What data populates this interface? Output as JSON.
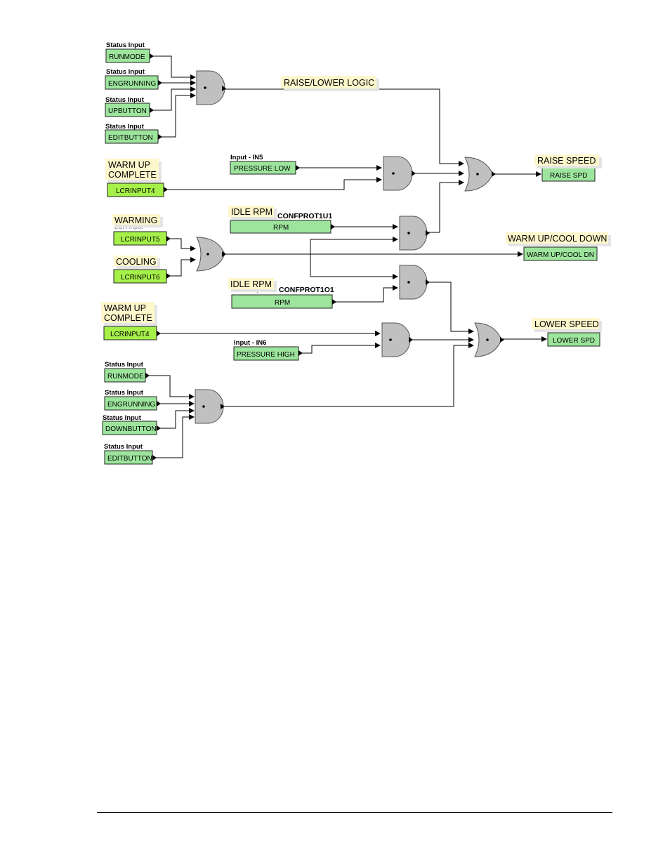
{
  "labels": {
    "status_input": "Status Input",
    "input_in5": "Input - IN5",
    "input_in6": "Input - IN6",
    "confprot_u": "CONFPROT1U1",
    "confprot_o": "CONFPROT1O1",
    "hidden_lcr": "LCR Input",
    "hidden_status": "Status Input"
  },
  "inputs": {
    "runmode1": "RUNMODE",
    "engrunning1": "ENGRUNNING",
    "upbutton": "UPBUTTON",
    "editbutton1": "EDITBUTTON",
    "pressure_low": "PRESSURE LOW",
    "lcrinput4_a": "LCRINPUT4",
    "rpm_u": "RPM",
    "lcrinput5": "LCRINPUT5",
    "lcrinput6": "LCRINPUT6",
    "rpm_o": "RPM",
    "lcrinput4_b": "LCRINPUT4",
    "pressure_high": "PRESSURE HIGH",
    "runmode2": "RUNMODE",
    "engrunning2": "ENGRUNNING",
    "downbutton": "DOWNBUTTON",
    "editbutton2": "EDITBUTTON"
  },
  "outputs": {
    "raise_spd": "RAISE SPD",
    "warmup_cooldn": "WARM UP/COOL DN",
    "lower_spd": "LOWER SPD"
  },
  "notes": {
    "raise_lower_logic": "RAISE/LOWER LOGIC",
    "warm_up_complete_1a": "WARM UP",
    "warm_up_complete_1b": "COMPLETE",
    "raise_speed": "RAISE SPEED",
    "idle_rpm_1": "IDLE RPM",
    "warming": "WARMING",
    "cooling": "COOLING",
    "warm_up_cool_down": "WARM UP/COOL DOWN",
    "idle_rpm_2": "IDLE RPM",
    "warm_up_complete_2a": "WARM UP",
    "warm_up_complete_2b": "COMPLETE",
    "lower_speed": "LOWER SPEED"
  },
  "colors": {
    "status_box": "#9de59d",
    "lcr_box": "#a6f04a",
    "gate": "#c0c0c0",
    "note": "#fff7cc"
  }
}
